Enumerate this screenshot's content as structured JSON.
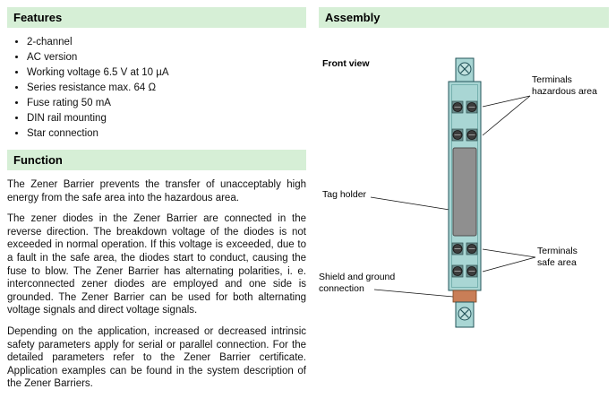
{
  "features": {
    "title": "Features",
    "items": [
      "2-channel",
      "AC version",
      "Working voltage 6.5 V at 10 µA",
      "Series resistance max. 64 Ω",
      "Fuse rating 50 mA",
      "DIN rail mounting",
      "Star connection"
    ]
  },
  "function": {
    "title": "Function",
    "paragraphs": [
      "The Zener Barrier prevents the transfer of unacceptably high energy from the safe area into the hazardous area.",
      "The zener diodes in the Zener Barrier are connected in the reverse direction. The breakdown voltage of the diodes is not exceeded in normal operation. If this voltage is exceeded, due to a fault in the safe area, the diodes start to conduct, causing the fuse to blow. The Zener Barrier has alternating polarities, i. e. interconnected zener diodes are employed and one side is grounded. The Zener Barrier can be used for both alternating voltage signals and direct voltage signals.",
      "Depending on the application, increased or decreased intrinsic safety parameters apply for serial or parallel connection. For the detailed parameters refer to the Zener Barrier certificate. Application examples can be found in the system description of the Zener Barriers."
    ]
  },
  "assembly": {
    "title": "Assembly",
    "front_view_label": "Front view",
    "callouts": {
      "terminals_hazardous": "Terminals\nhazardous area",
      "tag_holder": "Tag holder",
      "terminals_safe": "Terminals\nsafe area",
      "shield_ground": "Shield and ground\nconnection"
    }
  },
  "colors": {
    "header_bg": "#d6efd6",
    "device_teal": "#a9d6d4",
    "device_gray": "#8f8f8f",
    "device_orange": "#c97e57"
  }
}
